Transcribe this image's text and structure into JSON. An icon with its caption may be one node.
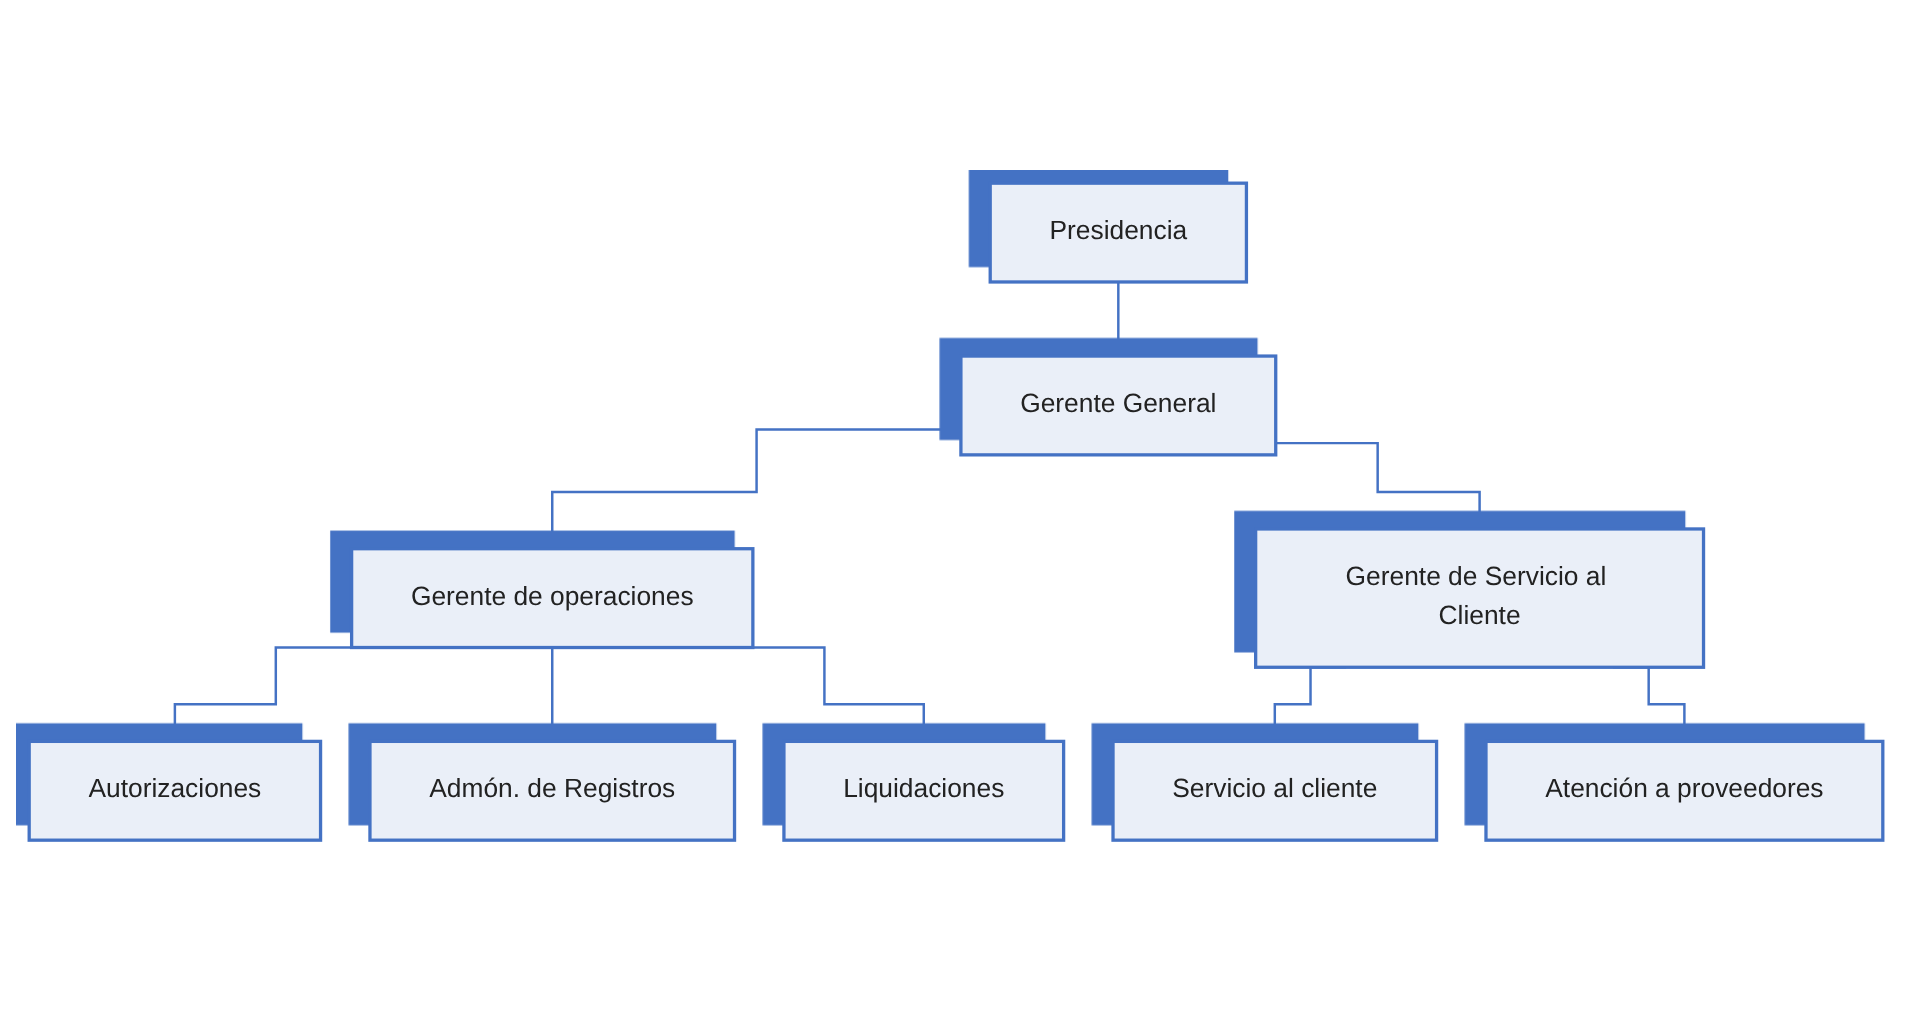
{
  "diagram": {
    "nodes": [
      {
        "text": [
          "Presidencia"
        ]
      },
      {
        "text": [
          "Gerente General"
        ]
      },
      {
        "text": [
          "Gerente de operaciones"
        ]
      },
      {
        "text": [
          "Gerente de Servicio al Cliente"
        ]
      },
      {
        "text": [
          "Autorizaciones"
        ]
      },
      {
        "text": [
          "Admón. de Registros"
        ]
      },
      {
        "text": [
          "Liquidaciones"
        ]
      },
      {
        "text": [
          "Servicio al cliente"
        ]
      },
      {
        "text": [
          "Atención a proveedores"
        ]
      }
    ],
    "edges": [
      {
        "from": 0,
        "to": 1,
        "arrow": "none"
      },
      {
        "from": 1,
        "to": 2,
        "arrow": "none"
      },
      {
        "from": 1,
        "to": 3,
        "arrow": "none"
      },
      {
        "from": 2,
        "to": 4,
        "arrow": "none"
      },
      {
        "from": 2,
        "to": 5,
        "arrow": "none"
      },
      {
        "from": 2,
        "to": 6,
        "arrow": "none"
      },
      {
        "from": 3,
        "to": 7,
        "arrow": "none"
      },
      {
        "from": 3,
        "to": 8,
        "arrow": "none"
      }
    ]
  }
}
